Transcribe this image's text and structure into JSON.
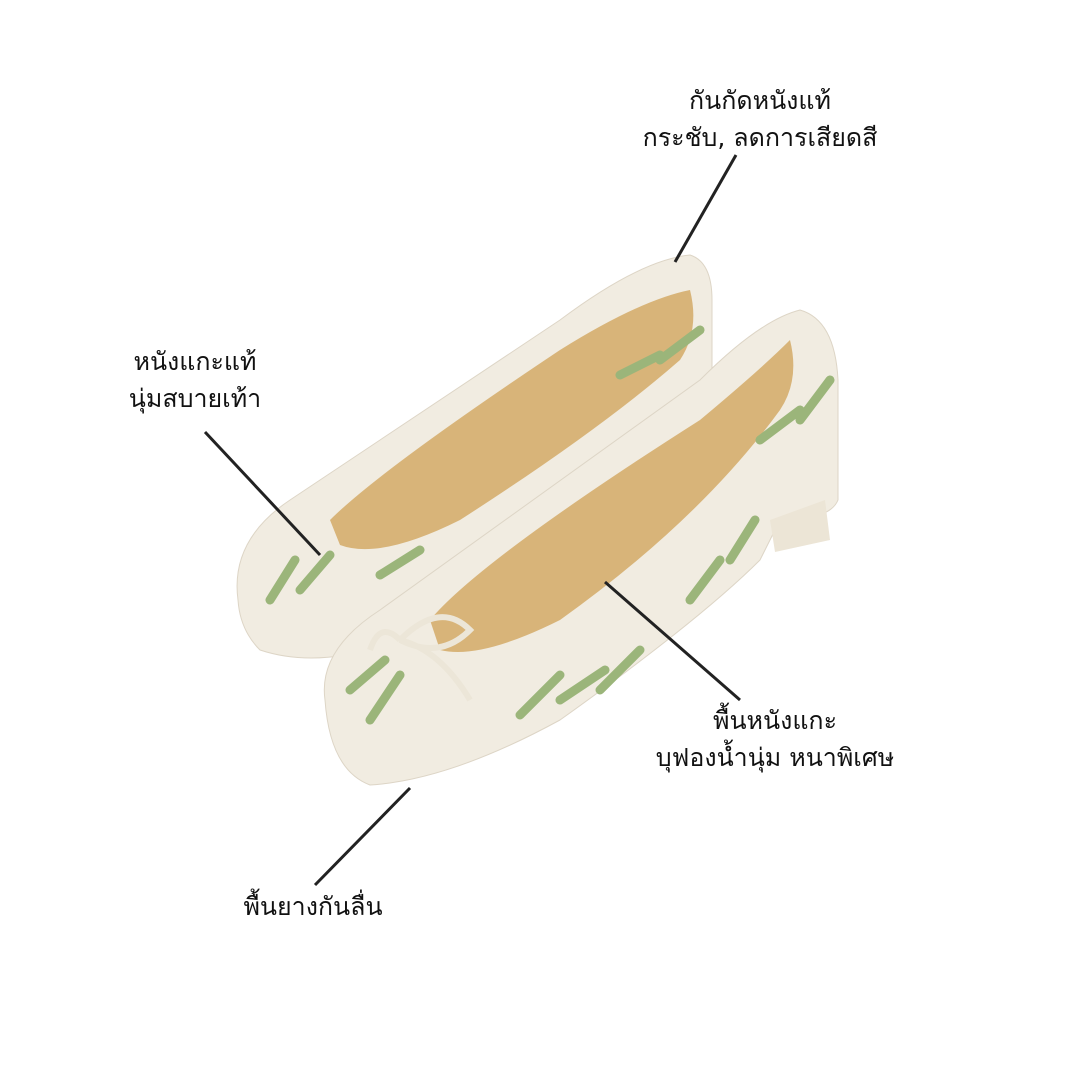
{
  "callouts": [
    {
      "line1": "กันกัดหนังแท้",
      "line2": "กระชับ, ลดการเสียดสี"
    },
    {
      "line1": "หนังแกะแท้",
      "line2": "นุ่มสบายเท้า"
    },
    {
      "line1": "พื้นหนังแกะ",
      "line2": "บุฟองน้ำนุ่ม หนาพิเศษ"
    },
    {
      "line1": "พื้นยางกันลื่น"
    }
  ],
  "colors": {
    "leather": "#f1ece1",
    "insole": "#d8b479",
    "embroidery": "#9bb57a",
    "line": "#222222"
  }
}
